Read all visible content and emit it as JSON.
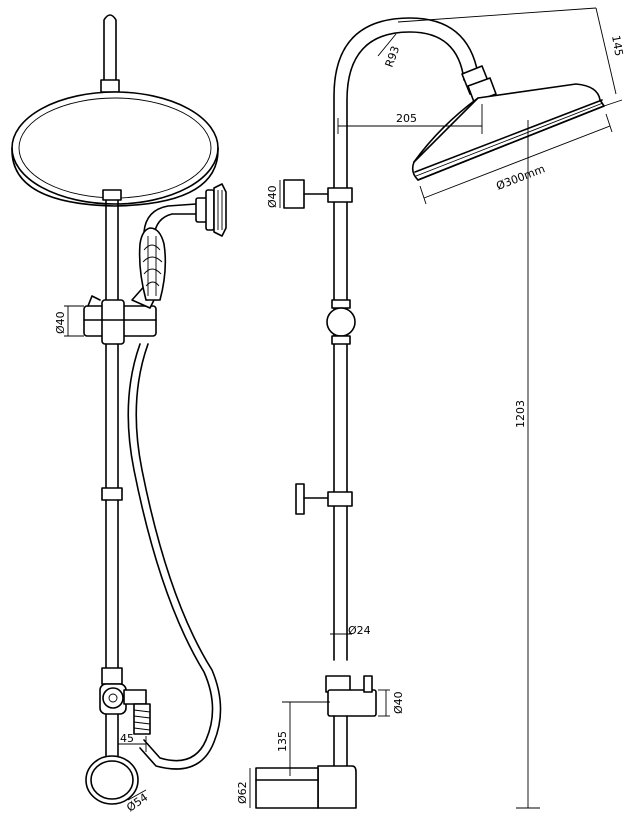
{
  "dimensions": {
    "radius_arm": "R93",
    "arm_reach": "205",
    "head_height": "145",
    "head_diameter": "Ø300mm",
    "valve_top_dia": "Ø40",
    "slider_dia": "Ø40",
    "pipe_dia": "Ø24",
    "total_height": "1203",
    "mixer_outlet_dia": "Ø40",
    "mixer_height": "135",
    "mixer_base_dia": "Ø62",
    "outlet_offset": "45",
    "wall_plate_dia": "Ø54"
  }
}
